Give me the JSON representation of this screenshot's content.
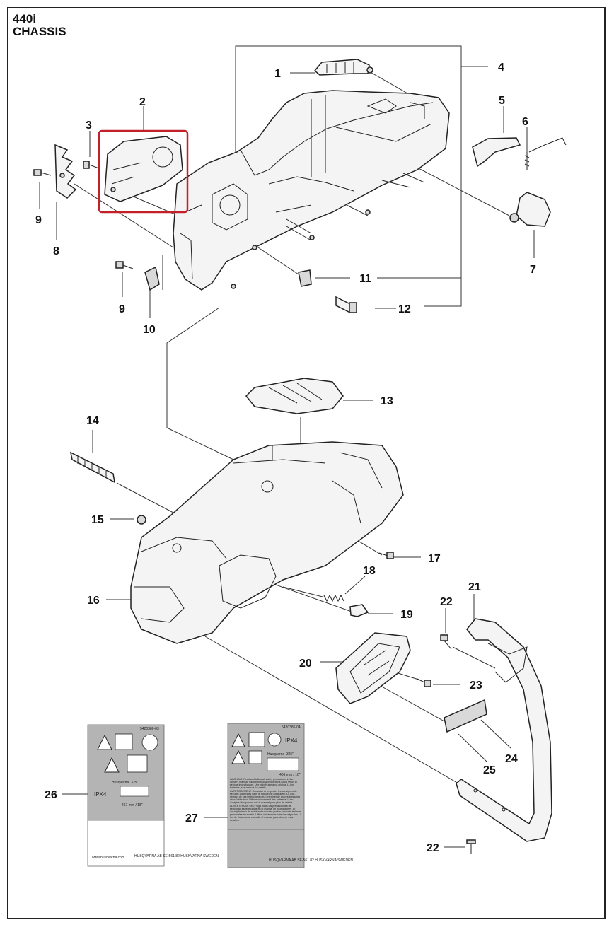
{
  "header": {
    "model": "440i",
    "section": "CHASSIS"
  },
  "callouts": [
    "1",
    "2",
    "3",
    "4",
    "5",
    "6",
    "7",
    "8",
    "9",
    "9",
    "10",
    "11",
    "12",
    "13",
    "14",
    "15",
    "16",
    "17",
    "18",
    "19",
    "20",
    "21",
    "22",
    "22",
    "23",
    "24",
    "25",
    "26",
    "27"
  ],
  "decal_26": {
    "code": "5420386-03",
    "ipx": "IPX4",
    "brand": "Husqvarna .325\"",
    "dim": "457 mm / 18\"",
    "website": "www.husqvarna.com",
    "address": "HUSQVARNA AB\nSE-561 82 HUSKVARNA\nSWEDEN"
  },
  "decal_27": {
    "code": "5420386-04",
    "ipx": "IPX4",
    "brand": "Husqvarna .325\"",
    "dim": "406 mm / 16\"",
    "warning": "WARNING: Read and follow all safety precautions in the owner's manual. Failure to follow instructions could result in serious injury to user. Use only Husqvarna original Li-ion batteries, see manual for details.",
    "avertissement": "AVERTISSEMENT: Consulter et respecter les consignes de sécurité contenues dans le manuel de l'utilisateur. Le non-respect de ces instructions peut entraîner de graves blessures chez l'utilisateur. Utiliser uniquement des batteries Li-ion d'origine Husqvarna, voir le manuel pour plus de détails.",
    "advertencia": "ADVERTENCIA: Lea y siga todas las precauciones de seguridad especificadas en el manual de instrucciones. El incumplimiento de estas instrucciones podría provocar lesiones personales al usuario. Utilice únicamente baterías originales Li-ion de Husqvarna, consulte el manual para obtener más detalles.",
    "address": "HUSQVARNA AB\nSE-561 82 HUSKVARNA\nSWEDEN"
  },
  "colors": {
    "highlight": "#c4202a",
    "decal_gray": "#b4b4b4"
  }
}
